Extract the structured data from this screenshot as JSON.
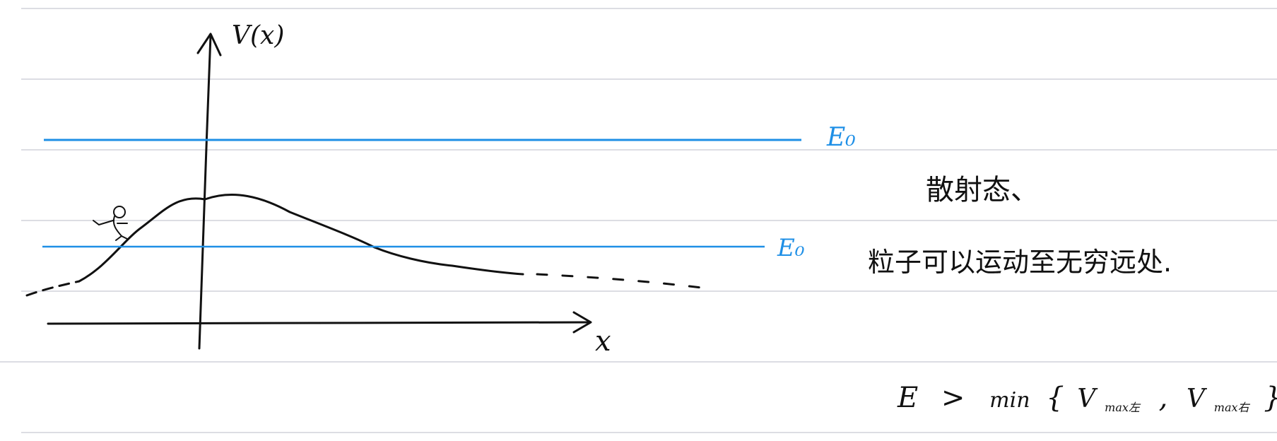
{
  "axes": {
    "y_label": "V(x)",
    "x_label": "x"
  },
  "energy_levels": [
    {
      "label": "E₀",
      "color": "#1e8fe6"
    },
    {
      "label": "E₀",
      "color": "#1e8fe6"
    }
  ],
  "notes": {
    "title": "散射态、",
    "description": "粒子可以运动至无穷远处.",
    "condition_parts": {
      "E": "E",
      "gt": ">",
      "min": "min",
      "lbrace": "{",
      "v1": "V",
      "v1_sub": "max左",
      "comma": ",",
      "v2": "V",
      "v2_sub": "max右",
      "rbrace": "}"
    }
  },
  "colors": {
    "ink": "#111111",
    "energy_line": "#1e8fe6",
    "ruled_line": "#dcdde3"
  }
}
